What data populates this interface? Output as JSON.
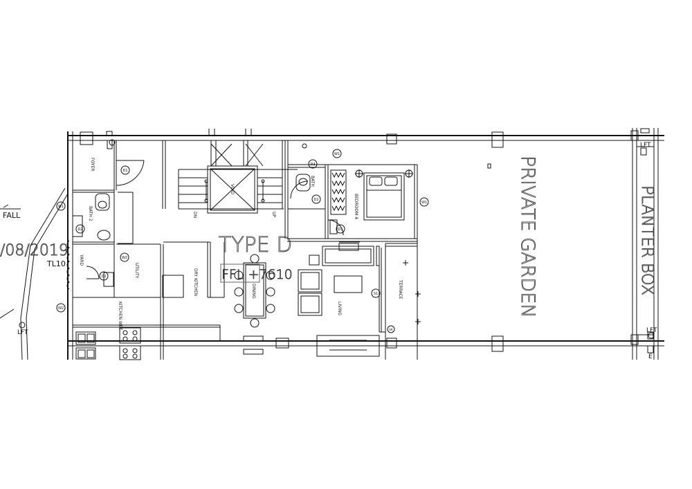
{
  "drawing": {
    "unit_type": "TYPE D",
    "level": "FFL +7610",
    "date_fragment": "/08/2019",
    "tag_tl": "TL10",
    "fall": "FALL",
    "lift_tag_left": "LFT",
    "lift_tag_right_top": "LFT",
    "lift_tag_right_bottom": "LFT",
    "tag_e": "E"
  },
  "rooms": {
    "foyer": "FOYER",
    "bath2": "BATH 2",
    "bath": "BATH",
    "yard": "YARD",
    "utility": "UTILITY",
    "dry_kitchen": "DRY KITCHEN",
    "wet_kitchen": "KITCHEN WET",
    "void": "VOID",
    "bedroom4": "BEDROOM 4",
    "dining": "DINING",
    "living": "LIVING",
    "terrace": "TERRACE",
    "private_garden": "PRIVATE GARDEN",
    "planter_box": "PLANTER BOX"
  },
  "stairs": {
    "dn": "DN",
    "up": "UP"
  },
  "markers": {
    "d1": "D1",
    "d2": "D2",
    "w1": "W1",
    "w2": "W2",
    "s1": "S1",
    "sk": "SK"
  },
  "colors": {
    "line": "#111111",
    "faint": "#666666",
    "background": "#ffffff"
  }
}
